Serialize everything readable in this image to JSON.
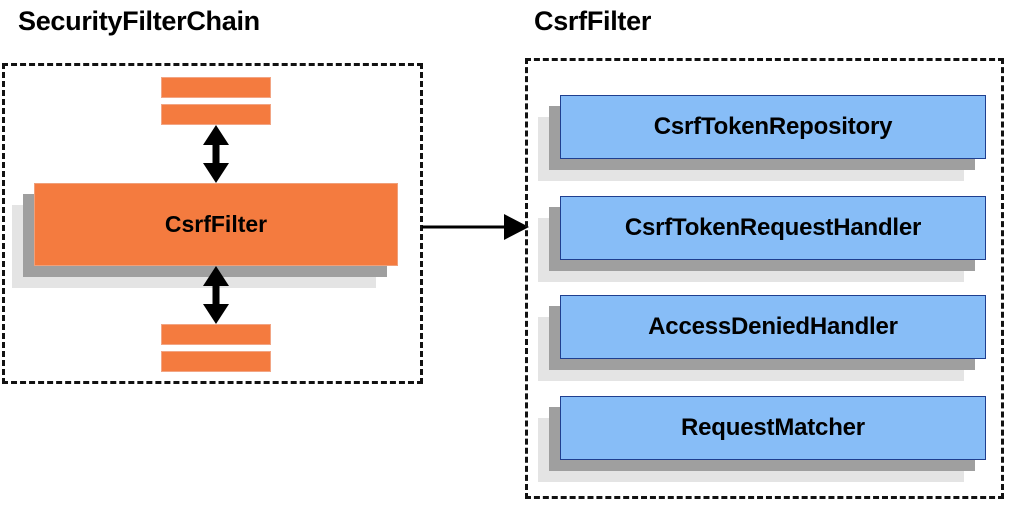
{
  "diagram": {
    "title_left": "SecurityFilterChain",
    "title_right": "CsrfFilter",
    "colors": {
      "orange_fill": "#f47b3f",
      "orange_border": "#f0a07a",
      "blue_fill": "#87bdf7",
      "blue_border": "#1f3f8f",
      "shadow_inner": "#9f9f9f",
      "shadow_outer": "#e4e4e4",
      "dash_border": "#121212",
      "arrow": "#000000"
    }
  },
  "security_filter_chain": {
    "label": "SecurityFilterChain",
    "filter": {
      "label": "CsrfFilter"
    },
    "bars_above": [
      "",
      ""
    ],
    "bars_below": [
      "",
      ""
    ],
    "arrow_up_label": "",
    "arrow_down_label": ""
  },
  "csrf_filter": {
    "label": "CsrfFilter",
    "collaborators": [
      {
        "label": "CsrfTokenRepository"
      },
      {
        "label": "CsrfTokenRequestHandler"
      },
      {
        "label": "AccessDeniedHandler"
      },
      {
        "label": "RequestMatcher"
      }
    ]
  },
  "connector": {
    "from": "CsrfFilter",
    "to": "CsrfFilter detail",
    "direction": "right"
  }
}
